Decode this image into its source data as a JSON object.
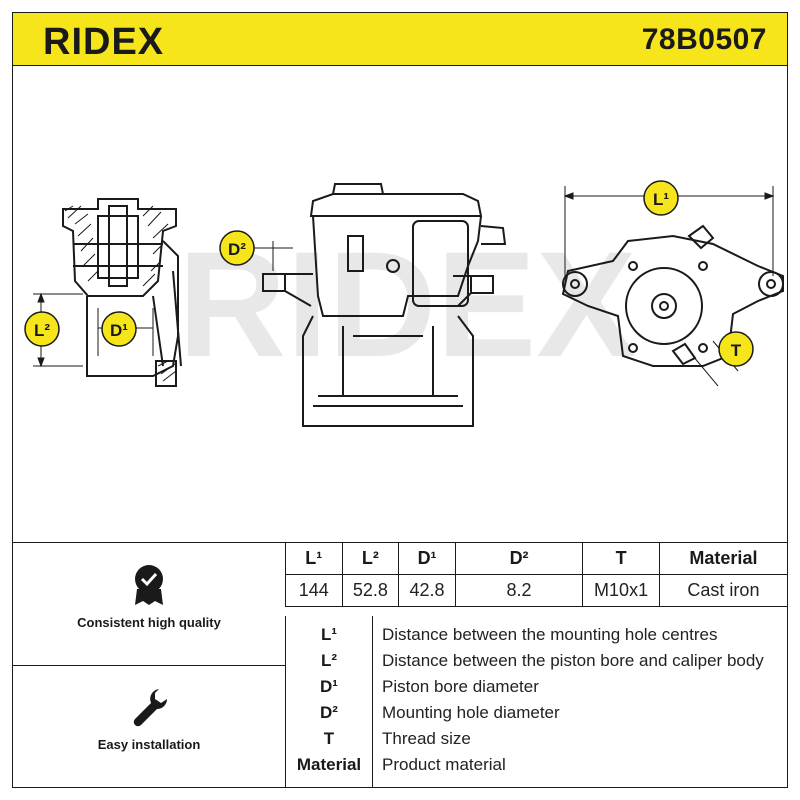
{
  "header": {
    "brand": "RIDEX",
    "part_number": "78B0507",
    "accent_color": "#f6e51b"
  },
  "drawing": {
    "watermark": "RIDEX",
    "callouts": {
      "l1": "L1",
      "l2": "L2",
      "d1": "D1",
      "d2": "D2",
      "t": "T"
    }
  },
  "features": [
    {
      "icon": "quality-badge-icon",
      "label": "Consistent high quality"
    },
    {
      "icon": "wrench-icon",
      "label": "Easy installation"
    }
  ],
  "spec_table": {
    "headers": [
      "L¹",
      "L²",
      "D¹",
      "D²",
      "T",
      "Material"
    ],
    "values": [
      "144",
      "52.8",
      "42.8",
      "8.2",
      "M10x1",
      "Cast iron"
    ]
  },
  "legend": [
    {
      "code": "L¹",
      "desc": "Distance between the mounting hole centres"
    },
    {
      "code": "L²",
      "desc": "Distance between the piston bore and caliper body"
    },
    {
      "code": "D¹",
      "desc": "Piston bore diameter"
    },
    {
      "code": "D²",
      "desc": "Mounting hole diameter"
    },
    {
      "code": "T",
      "desc": "Thread size"
    },
    {
      "code": "Material",
      "desc": "Product material"
    }
  ]
}
